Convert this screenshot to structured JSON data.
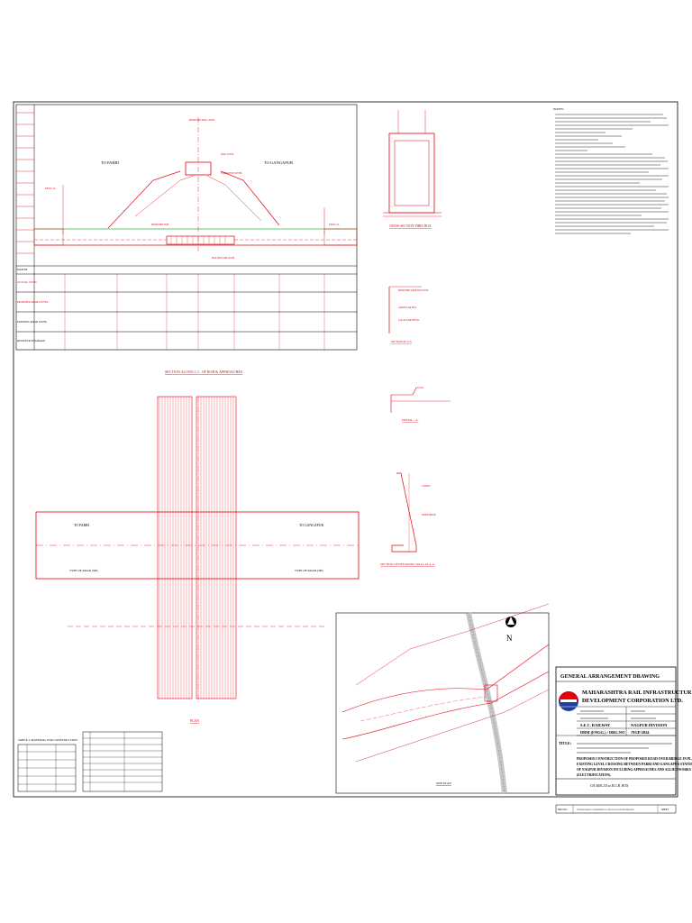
{
  "colors": {
    "line": "#e3000f",
    "frame": "#000000",
    "ground": "#2bb24c"
  },
  "section": {
    "to_left": "TO PARBI",
    "to_right": "TO GANGAPUR",
    "title": "SECTION ALONG C.L. OF ROB & APPROACHES",
    "row_labels": [
      "DATUM",
      "ACTUAL LEVEL",
      "PROPOSED ROAD LEVEL",
      "EXISTING ROAD LEVEL",
      "DISTANCE/CHAINAGE"
    ]
  },
  "cross_section": {
    "title": "CROSS SECTION THRU BOX"
  },
  "details": {
    "detail_a": "DETAIL - 'A'",
    "retaining": "SECTION OF RETAINING WALL AT A-A",
    "earthwork": "SECTION AT X-X"
  },
  "notes": {
    "heading": "NOTES:"
  },
  "plan": {
    "title": "PLAN",
    "to_left": "TO PARBI",
    "to_right": "TO GANGAPUR",
    "road_left": "TYPE OF ROAD (SH)",
    "road_right": "TYPE OF ROAD (SH)"
  },
  "material_table": {
    "title": "TABLE-1 MATERIAL FOR CONSTRUCTION"
  },
  "site_plan": {
    "title": "SITE PLAN",
    "north": "N"
  },
  "title_block": {
    "drawing_type": "GENERAL ARRANGEMENT DRAWING",
    "company": "MAHARASHTRA RAIL INFRASTRUCTURE DEVELOPMENT CORPORATION LTD.",
    "railway": "S.E.C. RAILWAY",
    "division": "NAGPUR DIVISION",
    "drawing_no": "DRM (ENGG.) / DRG.NO",
    "drawing_code": "/NGP/2024",
    "title_label": "TITLE:",
    "title_text": "PROPOSED CONSTRUCTION OF PROPOSED ROAD OVER BRIDGE IN PLACE OF EXISTING LEVEL CROSSING BETWEEN PARBI AND GANGAPUR STATIONS OF NAGPUR DIVISION INCLUDING APPROACHES AND ALLIED WORKS (ELECTRIFICATION).",
    "box_label": "CH 4658.235 to R.U.B. BOX",
    "footer_left": "DRG.NO : - ",
    "footer_mid": "THIS DRAWING IS CONFIDENTIAL AND NOT TO BE REPRODUCED",
    "footer_right": "SHEET"
  }
}
